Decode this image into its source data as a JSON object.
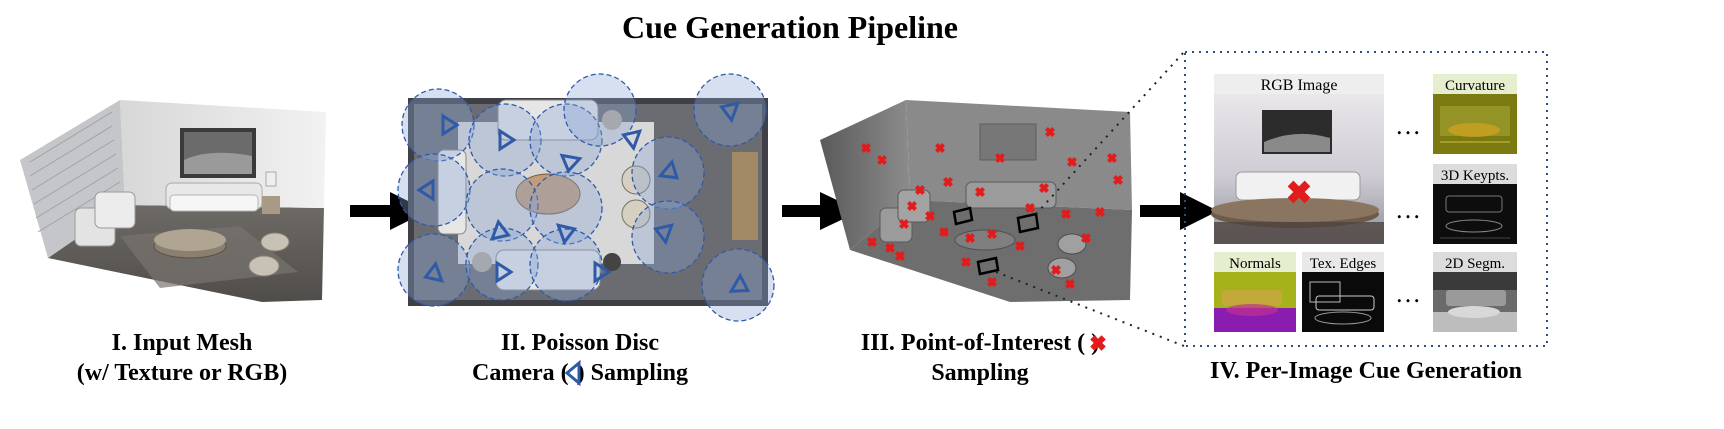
{
  "title": "Cue Generation Pipeline",
  "stages": [
    {
      "line1": "I. Input Mesh",
      "line2": "(w/ Texture or RGB)"
    },
    {
      "line1": "II. Poisson Disc",
      "line2_pre": "Camera (",
      "line2_post": ") Sampling"
    },
    {
      "line1_pre": "III.  Point-of-Interest (",
      "line1_post": ")",
      "line2": "Sampling"
    },
    {
      "line1": "IV.  Per-Image Cue Generation"
    }
  ],
  "cues": {
    "rgb": "RGB Image",
    "curvature": "Curvature",
    "keypoints": "3D Keypts.",
    "normals": "Normals",
    "tex_edges": "Tex. Edges",
    "segm": "2D Segm.",
    "ellipsis": "…"
  },
  "colors": {
    "camera_blue": "#2f5aa8",
    "poi_red": "#e21c1c",
    "disc_fill": "#8aa6d6",
    "label_bg": "#e6eed0"
  }
}
